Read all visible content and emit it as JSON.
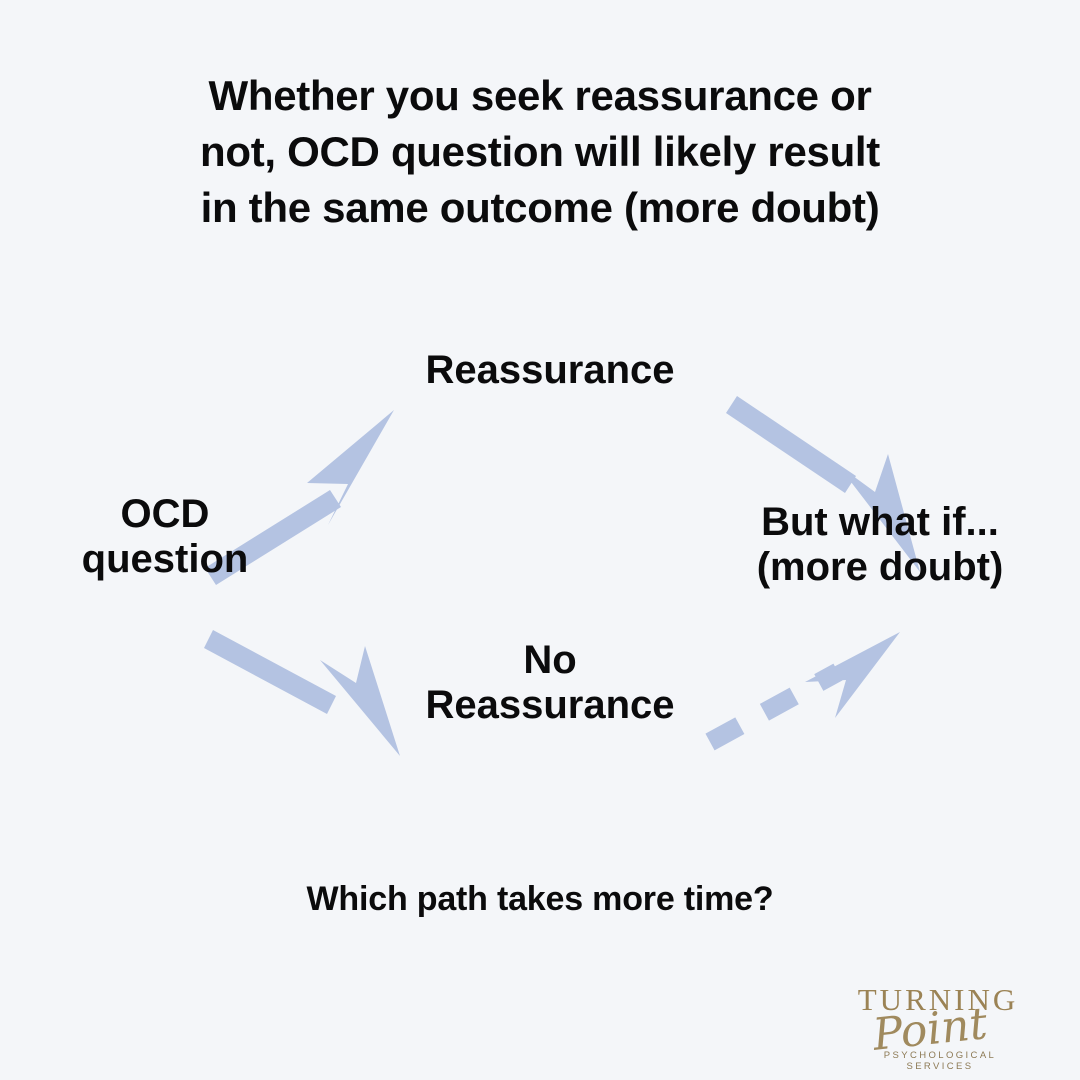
{
  "page": {
    "background_color": "#f4f6f9",
    "text_color": "#0b0b0c",
    "arrow_color": "#b4c3e2",
    "logo_color": "#9b8355"
  },
  "headline": {
    "line1": "Whether you seek reassurance or",
    "line2": "not, OCD question will likely result",
    "line3": "in the same outcome (more doubt)"
  },
  "diagram": {
    "nodes": {
      "source": {
        "line1": "OCD",
        "line2": "question"
      },
      "upper_branch": {
        "line1": "Reassurance"
      },
      "lower_branch": {
        "line1": "No",
        "line2": "Reassurance"
      },
      "outcome": {
        "line1": "But what if...",
        "line2": "(more doubt)"
      }
    },
    "edges": [
      {
        "from": "OCD question",
        "to": "Reassurance",
        "style": "solid"
      },
      {
        "from": "Reassurance",
        "to": "But what if... (more doubt)",
        "style": "solid"
      },
      {
        "from": "OCD question",
        "to": "No Reassurance",
        "style": "solid"
      },
      {
        "from": "No Reassurance",
        "to": "But what if... (more doubt)",
        "style": "dashed"
      }
    ]
  },
  "caption": {
    "text": "Which path takes more time?"
  },
  "logo": {
    "word_top": "TURNING",
    "word_script": "Point",
    "tagline": "PSYCHOLOGICAL SERVICES"
  }
}
